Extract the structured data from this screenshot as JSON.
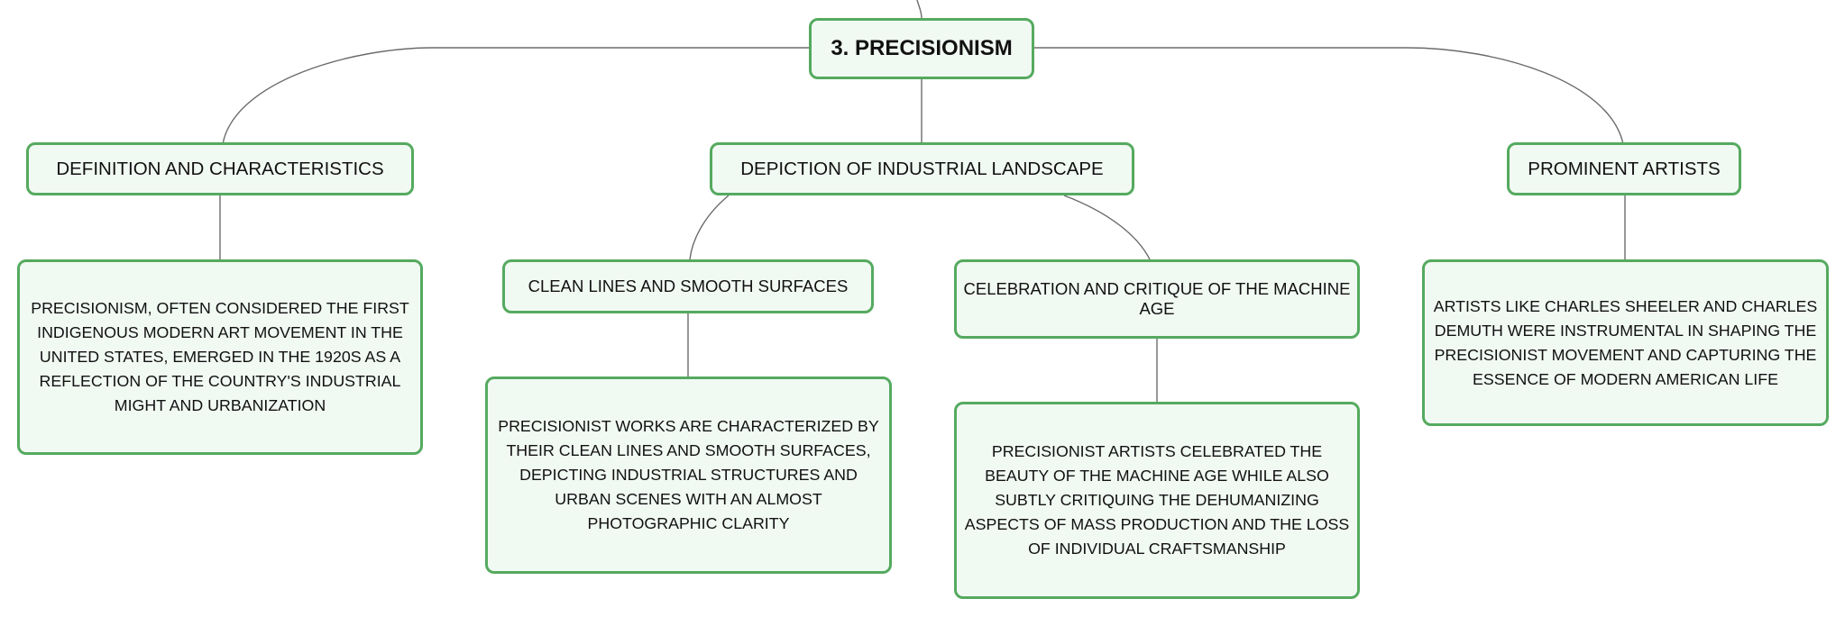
{
  "colors": {
    "border": "#55aa5f",
    "fill": "#f1f9f3",
    "connector": "#6b6b6b",
    "text": "#111111"
  },
  "root": {
    "label": "3. PRECISIONISM"
  },
  "branches": {
    "definition": {
      "label": "DEFINITION AND CHARACTERISTICS",
      "detail": "PRECISIONISM, OFTEN CONSIDERED THE FIRST INDIGENOUS MODERN ART MOVEMENT IN THE UNITED STATES, EMERGED IN THE 1920S AS A REFLECTION OF THE COUNTRY'S INDUSTRIAL MIGHT AND URBANIZATION"
    },
    "industrial": {
      "label": "DEPICTION OF INDUSTRIAL LANDSCAPE",
      "children": {
        "clean_lines": {
          "label": "CLEAN LINES AND SMOOTH SURFACES",
          "detail": "PRECISIONIST WORKS ARE CHARACTERIZED BY THEIR CLEAN LINES AND SMOOTH SURFACES, DEPICTING INDUSTRIAL STRUCTURES AND URBAN SCENES WITH AN ALMOST PHOTOGRAPHIC CLARITY"
        },
        "machine_age": {
          "label": "CELEBRATION AND CRITIQUE OF THE MACHINE AGE",
          "detail": "PRECISIONIST ARTISTS CELEBRATED THE BEAUTY OF THE MACHINE AGE WHILE ALSO SUBTLY CRITIQUING THE DEHUMANIZING ASPECTS OF MASS PRODUCTION AND THE LOSS OF INDIVIDUAL CRAFTSMANSHIP"
        }
      }
    },
    "artists": {
      "label": "PROMINENT ARTISTS",
      "detail": "ARTISTS LIKE CHARLES SHEELER AND CHARLES DEMUTH WERE INSTRUMENTAL IN SHAPING THE PRECISIONIST MOVEMENT AND CAPTURING THE ESSENCE OF MODERN AMERICAN LIFE"
    }
  }
}
